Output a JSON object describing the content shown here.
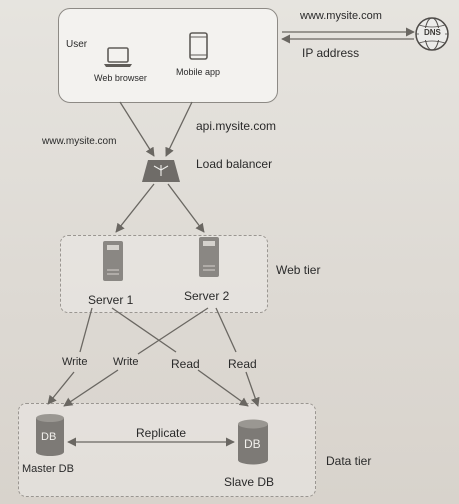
{
  "user_box": {
    "title": "User",
    "web_browser": "Web browser",
    "mobile_app": "Mobile app"
  },
  "dns": {
    "label": "DNS",
    "request": "www.mysite.com",
    "response": "IP address"
  },
  "load_balancer": {
    "label": "Load balancer",
    "left_request": "www.mysite.com",
    "right_request": "api.mysite.com"
  },
  "web_tier": {
    "label": "Web tier",
    "server1": "Server 1",
    "server2": "Server 2"
  },
  "edges": {
    "write1": "Write",
    "write2": "Write",
    "read1": "Read",
    "read2": "Read"
  },
  "data_tier": {
    "label": "Data tier",
    "db_icon_text": "DB",
    "master": "Master DB",
    "slave": "Slave DB",
    "replicate": "Replicate"
  },
  "colors": {
    "icon_fill": "#6f6c68",
    "line": "#6a6762",
    "box_border": "#8d8a85",
    "text": "#2a2a2a"
  }
}
